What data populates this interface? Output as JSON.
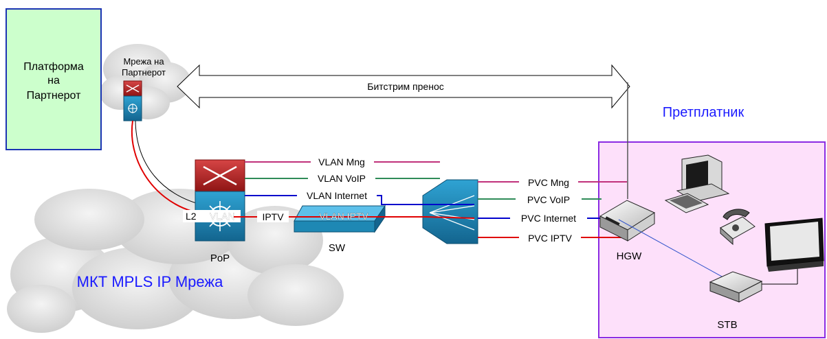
{
  "partner_platform": {
    "line1": "Платформа",
    "line2": "на",
    "line3": "Партнерот"
  },
  "partner_network": {
    "line1": "Мрежа на",
    "line2": "Партнерот"
  },
  "bitstream_label": "Битстрим пренос",
  "subscriber_label": "Претплатник",
  "mpls_label": "МКТ MPLS IP Мрежа",
  "pop_label": "PoP",
  "sw_label": "SW",
  "hgw_label": "HGW",
  "stb_label": "STB",
  "l2_label": "L2",
  "vlan_label": "VLAN",
  "iptv_label": "IPTV",
  "vlans": {
    "mng": "VLAN Mng",
    "voip": "VLAN VoIP",
    "internet": "VLAN Internet",
    "iptv": "VLAN IPTV"
  },
  "pvcs": {
    "mng": "PVC Mng",
    "voip": "PVC VoIP",
    "internet": "PVC Internet",
    "iptv": "PVC IPTV"
  },
  "colors": {
    "mng": "#c0307a",
    "voip": "#2e8b57",
    "internet": "#0000cc",
    "iptv": "#e00000",
    "platform_fill": "#ccffcc",
    "platform_border": "#1a33b3",
    "subscriber_fill": "#fde0fa",
    "subscriber_border": "#8a2be2",
    "label_blue": "#1a1aff",
    "router_red": "#b22222",
    "switch_blue": "#1e88b4"
  }
}
